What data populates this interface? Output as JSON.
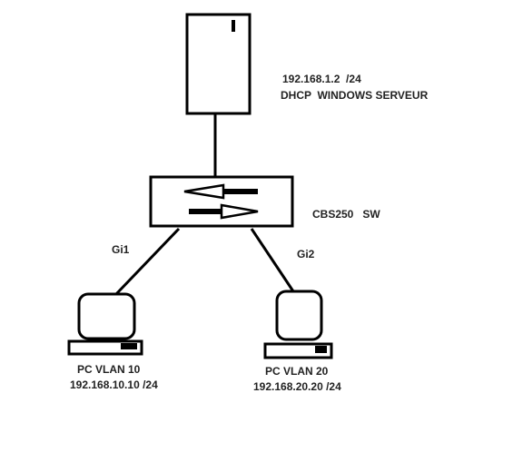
{
  "server": {
    "ip": "192.168.1.2  /24",
    "role": "DHCP  WINDOWS SERVEUR"
  },
  "switch": {
    "label": "CBS250   SW"
  },
  "ports": {
    "left": "Gi1",
    "right": "Gi2"
  },
  "pc_left": {
    "name": "PC VLAN 10",
    "ip": "192.168.10.10 /24"
  },
  "pc_right": {
    "name": "PC VLAN 20",
    "ip": "192.168.20.20 /24"
  },
  "colors": {
    "stroke": "#000000",
    "background": "#ffffff",
    "text": "#222222"
  }
}
